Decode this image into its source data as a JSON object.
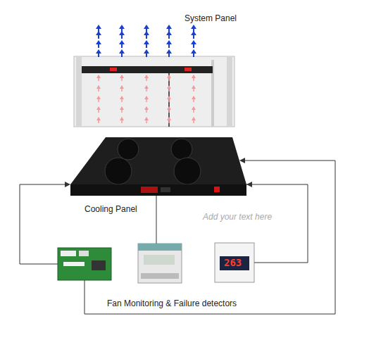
{
  "diagram": {
    "nodes": [
      {
        "text": [
          "System Panel"
        ]
      },
      {
        "text": [
          "Cooling Panel"
        ]
      },
      {
        "text": [
          "263"
        ]
      }
    ],
    "edges": [
      {
        "from": 2,
        "to": 1,
        "arrow": "to"
      }
    ],
    "labels": [
      "Add your text here",
      "Fan Monitoring & Failure detectors"
    ]
  }
}
